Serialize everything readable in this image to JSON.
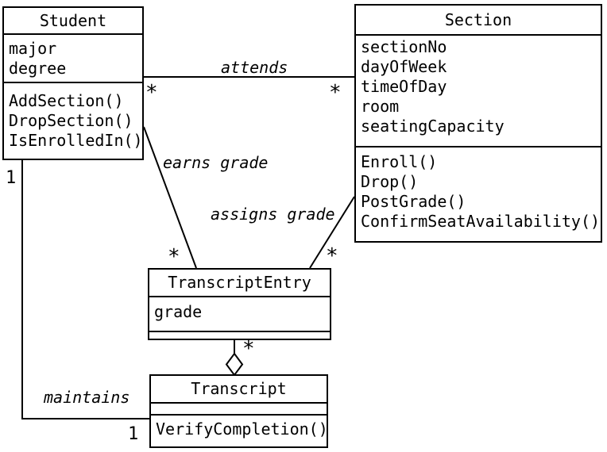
{
  "diagram": {
    "kind": "uml-class-diagram",
    "classes": {
      "student": {
        "name": "Student",
        "attributes": [
          "major",
          "degree"
        ],
        "methods": [
          "AddSection()",
          "DropSection()",
          "IsEnrolledIn()"
        ]
      },
      "section": {
        "name": "Section",
        "attributes": [
          "sectionNo",
          "dayOfWeek",
          "timeOfDay",
          "room",
          "seatingCapacity"
        ],
        "methods": [
          "Enroll()",
          "Drop()",
          "PostGrade()",
          "ConfirmSeatAvailability()"
        ]
      },
      "transcript_entry": {
        "name": "TranscriptEntry",
        "attributes": [
          "grade"
        ],
        "methods": []
      },
      "transcript": {
        "name": "Transcript",
        "attributes": [],
        "methods": [
          "VerifyCompletion()"
        ]
      }
    },
    "associations": {
      "attends": {
        "label": "attends",
        "student_multiplicity": "*",
        "section_multiplicity": "*"
      },
      "earns_grade": {
        "label": "earns grade",
        "transcript_entry_multiplicity": "*"
      },
      "assigns_grade": {
        "label": "assigns grade",
        "transcript_entry_multiplicity": "*"
      },
      "maintains": {
        "label": "maintains",
        "student_multiplicity": "1",
        "transcript_multiplicity": "1"
      },
      "aggregation": {
        "transcript_entry_multiplicity": "*"
      }
    },
    "colors": {
      "line": "#000000",
      "text": "#000000",
      "background": "#ffffff"
    }
  }
}
